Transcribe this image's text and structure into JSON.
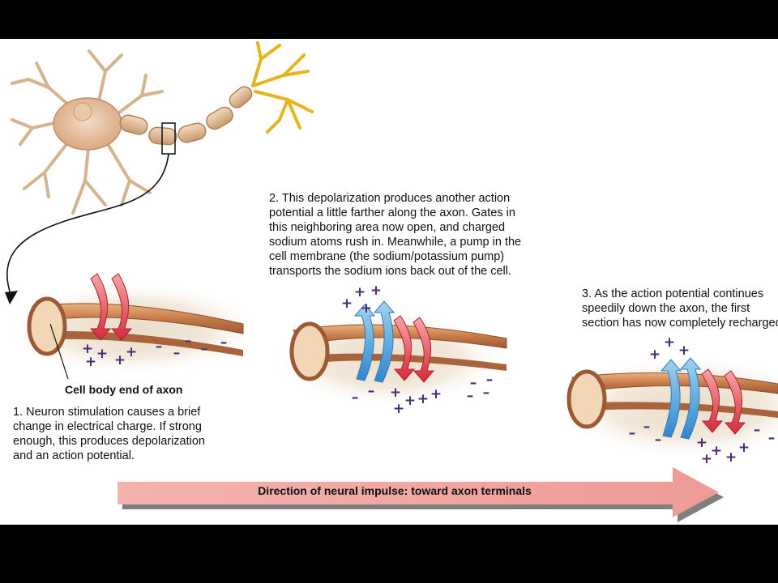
{
  "captions": {
    "step1": [
      "1. Neuron stimulation causes a brief",
      "change in electrical charge. If strong",
      "enough, this produces depolarization",
      "and an action potential."
    ],
    "step2": [
      "2. This depolarization produces another action",
      "potential a little farther along the axon. Gates in",
      "this neighboring area now open, and charged",
      "sodium atoms rush in.  Meanwhile, a pump in the",
      "cell membrane (the sodium/potassium pump)",
      "transports the sodium ions back out of the cell."
    ],
    "step3": [
      "3. As the action potential continues",
      "speedily down the axon, the first",
      "section has now completely recharged."
    ]
  },
  "labels": {
    "axon_end": "Cell body end of axon",
    "direction": "Direction of neural impulse: toward axon terminals"
  },
  "symbols": {
    "plus": "+",
    "minus": "–"
  },
  "colors": {
    "inflow_arrow": "#e0404a",
    "outflow_arrow": "#4aa0d8",
    "ion_sign": "#4b2a7a",
    "direction_arrow": "#f2a3a0",
    "axon_wall": "#b5643a",
    "slide_bg": "#ffffff",
    "frame": "#000000"
  },
  "icons": [
    "neuron-cell-icon",
    "inflow-arrow-icon",
    "outflow-arrow-icon",
    "pointer-arrow-icon"
  ]
}
